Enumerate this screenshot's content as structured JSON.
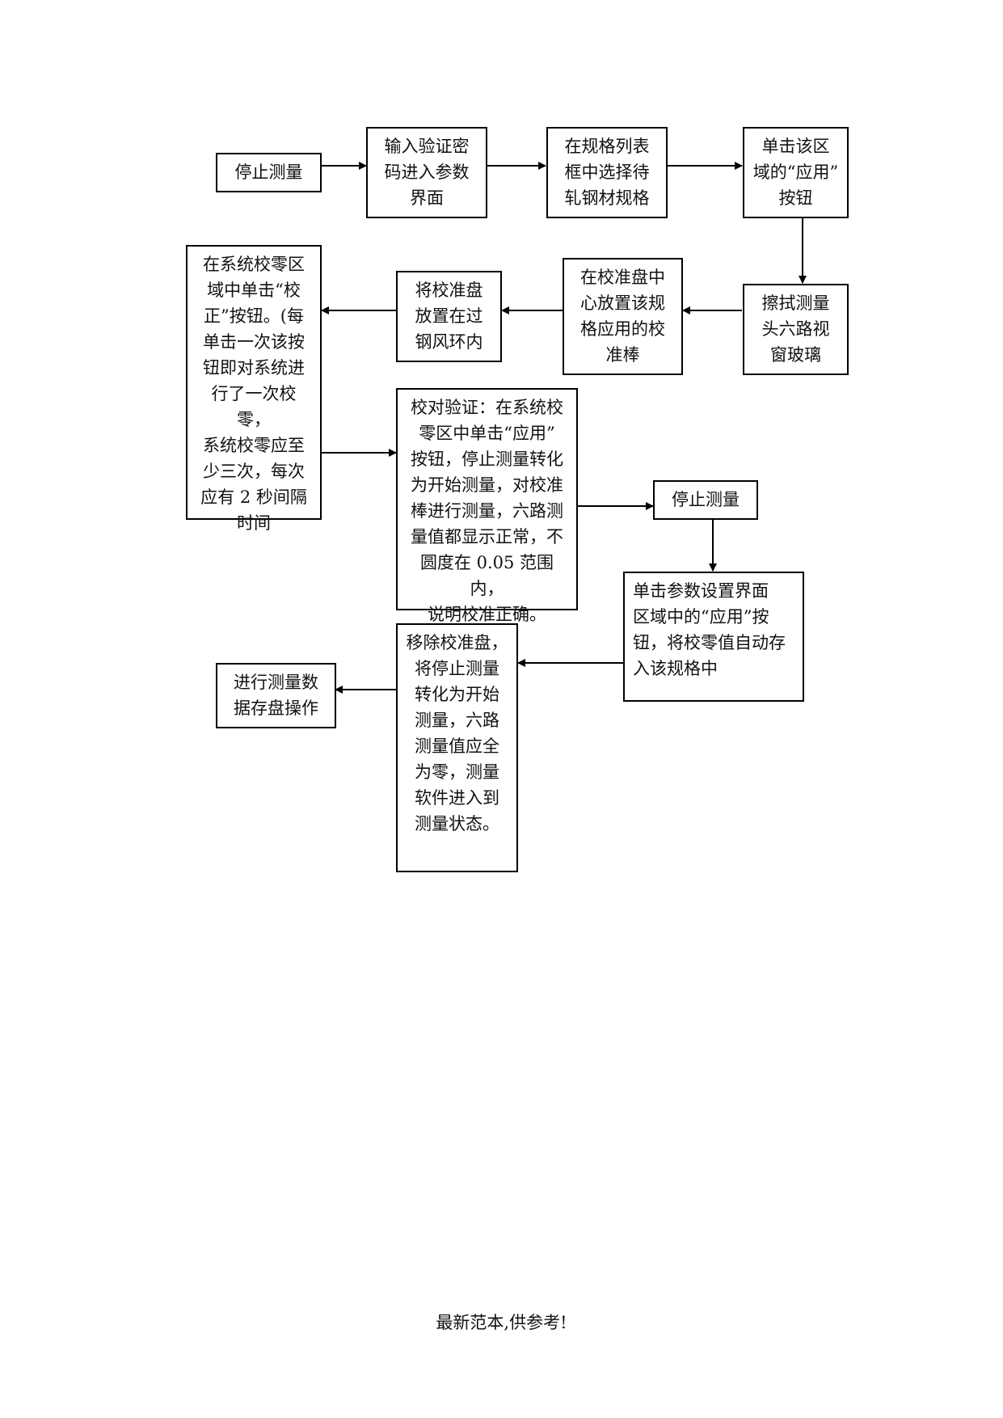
{
  "steps": {
    "stop_measure_1": "停止测量",
    "enter_password": "输入验证密\n码进入参数\n界面",
    "select_spec": "在规格列表\n框中选择待\n轧钢材规格",
    "click_apply_region": "单击该区\n域的“应用”\n按钮",
    "wipe_glass": "擦拭测量\n头六路视\n窗玻璃",
    "place_rod": "在校准盘中\n心放置该规\n格应用的校\n准棒",
    "place_disc": "将校准盘\n放置在过\n钢风环内",
    "zero_calibration": "在系统校零区\n域中单击“校\n正”按钮。(每\n单击一次该按\n钮即对系统进\n行了一次校零，\n系统校零应至\n少三次，每次\n应有 2 秒间隔\n时间",
    "verify": "校对验证：在系统校\n零区中单击“应用”\n按钮，停止测量转化\n为开始测量，对校准\n棒进行测量，六路测\n量值都显示正常，不\n圆度在 0.05 范围内，\n说明校准正确。",
    "stop_measure_2": "停止测量",
    "save_zero": "单击参数设置界面\n区域中的“应用”按\n钮，将校零值自动存\n入该规格中",
    "remove_disc": "移除校准盘，\n将停止测量\n转化为开始\n测量，六路\n测量值应全\n为零，测量\n软件进入到\n测量状态。",
    "save_data": "进行测量数\n据存盘操作"
  },
  "footer": "最新范本,供参考!"
}
